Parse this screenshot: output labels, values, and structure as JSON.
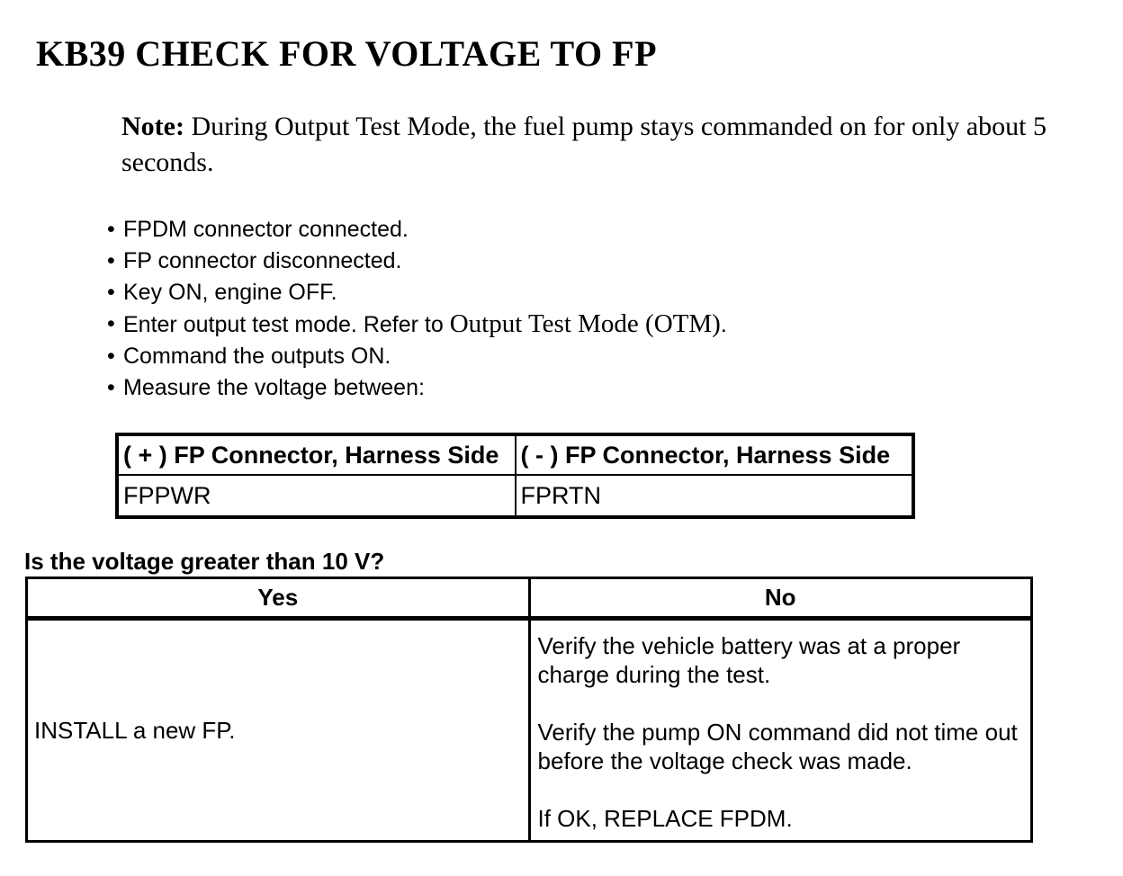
{
  "colors": {
    "text": "#000000",
    "background": "#ffffff",
    "border": "#000000"
  },
  "header": {
    "title": "KB39 CHECK FOR VOLTAGE TO FP"
  },
  "note": {
    "label": "Note:",
    "text": "During Output Test Mode, the fuel pump stays commanded on for only about 5 seconds."
  },
  "bullet_glyph": "•",
  "bullets": [
    {
      "prefix": "FPDM connector connected.",
      "ref": "",
      "suffix": ""
    },
    {
      "prefix": "FP connector disconnected.",
      "ref": "",
      "suffix": ""
    },
    {
      "prefix": "Key ON, engine OFF.",
      "ref": "",
      "suffix": ""
    },
    {
      "prefix": "Enter output test mode. Refer to ",
      "ref": "Output Test Mode (OTM)",
      "suffix": "."
    },
    {
      "prefix": "Command the outputs ON.",
      "ref": "",
      "suffix": ""
    },
    {
      "prefix": "Measure the voltage between:",
      "ref": "",
      "suffix": ""
    }
  ],
  "measurement_table": {
    "headers": [
      "( + ) FP Connector, Harness Side",
      "( - ) FP Connector, Harness Side"
    ],
    "rows": [
      [
        "FPPWR",
        "FPRTN"
      ]
    ]
  },
  "question": "Is the voltage greater than 10 V?",
  "decision_table": {
    "headers": [
      "Yes",
      "No"
    ],
    "yes_action": "INSTALL a new FP.",
    "no_actions": [
      "Verify the vehicle battery was at a proper charge during the test.",
      "Verify the pump ON command did not time out before the voltage check was made.",
      "If OK, REPLACE FPDM."
    ]
  }
}
